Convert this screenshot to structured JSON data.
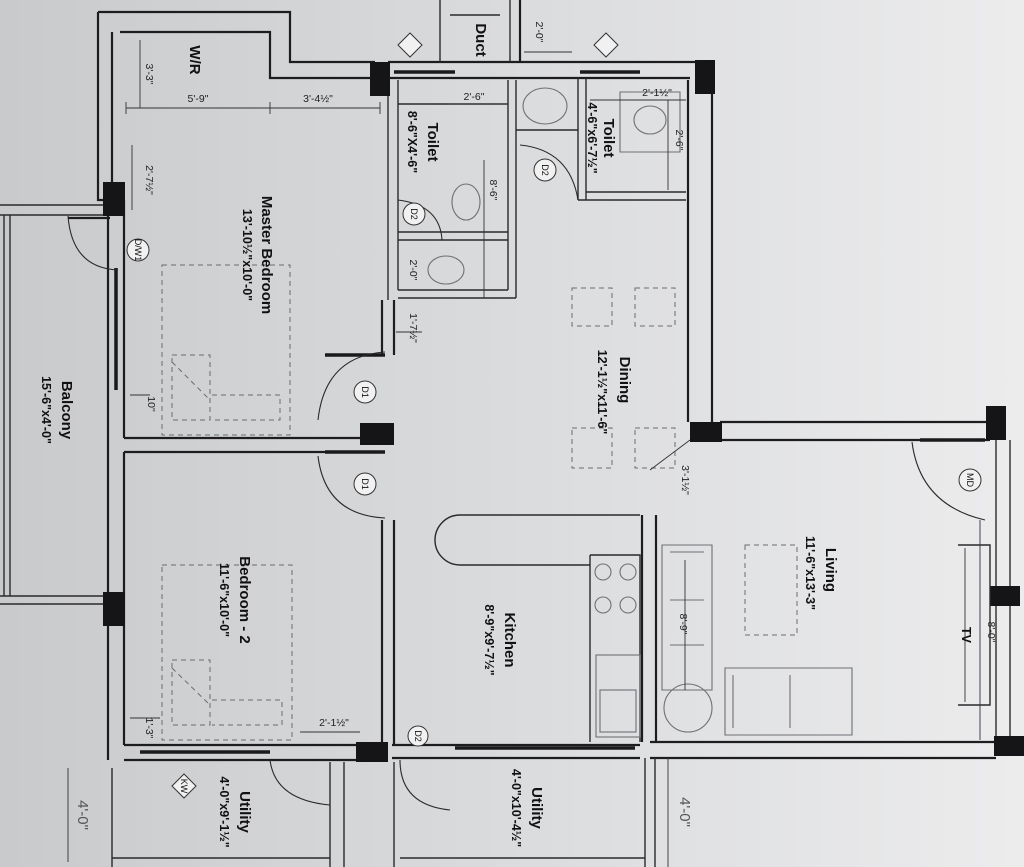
{
  "rooms": {
    "wr": {
      "name": "W/R"
    },
    "duct": {
      "name": "Duct"
    },
    "master_bedroom": {
      "name": "Master Bedroom",
      "size": "13'-10½\"x10'-0\""
    },
    "balcony": {
      "name": "Balcony",
      "size": "15'-6\"x4'-0\""
    },
    "toilet_1": {
      "name": "Toilet",
      "size": "8'-6\"X4'-6\""
    },
    "toilet_2": {
      "name": "Toilet",
      "size": "4'-6\"x6'-7½\""
    },
    "dining": {
      "name": "Dining",
      "size": "12'-1½\"x11'-6\""
    },
    "living": {
      "name": "Living",
      "size": "11'-6\"x13'-3\""
    },
    "bedroom_2": {
      "name": "Bedroom - 2",
      "size": "11'-6\"x10'-0\""
    },
    "kitchen": {
      "name": "Kitchen",
      "size": "8'-9\"x9'-7½\""
    },
    "utility_1": {
      "name": "Utility",
      "size": "4'-0\"x9'-1½\""
    },
    "utility_2": {
      "name": "Utility",
      "size": "4'-0\"x10'-4½\""
    }
  },
  "doors": {
    "dw1": "D/W1",
    "d1_a": "D1",
    "d1_b": "D1",
    "d2_a": "D2",
    "d2_b": "D2",
    "md": "MD",
    "d2_c": "D2",
    "kw": "KW"
  },
  "labels": {
    "tv": "TV"
  },
  "dimensions": {
    "wr_depth": "3'-3\"",
    "mb_top_1": "5'-9\"",
    "mb_top_2": "3'-4½\"",
    "mb_side": "2'-7½\"",
    "mb_bottom": "10\"",
    "duct_w": "2'-0\"",
    "t1_top": "2'-6\"",
    "t1_side": "8'-6\"",
    "t1_bottom": "2'-0\"",
    "t1_lower": "1'-7½\"",
    "t2_top": "2'-1½\"",
    "t2_side": "2'-6\"",
    "dining_corner": "3'-1½\"",
    "kitchen_counter": "8'-9\"",
    "tv_width": "8'-0\"",
    "b2_corner": "1'-3\"",
    "utility_top": "2'-1½\"",
    "utility_depth_1": "4'-0\"",
    "utility_depth_2": "4'-0\""
  },
  "colors": {
    "paper": "#d9dadb",
    "ink": "#1d1d1f",
    "furniture": "#6f7074"
  }
}
